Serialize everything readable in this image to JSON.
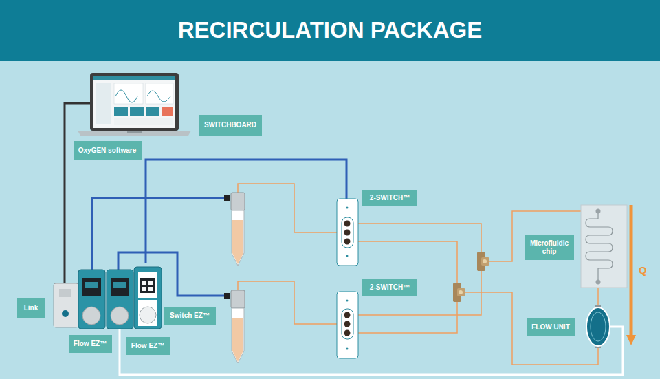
{
  "diagram": {
    "title": "RECIRCULATION PACKAGE",
    "nodes": [
      {
        "text": [
          "SWITCHBOARD"
        ]
      },
      {
        "text": [
          "OxyGEN software"
        ]
      },
      {
        "text": [
          "2-SWITCH™"
        ]
      },
      {
        "text": [
          "Microfluidic chip"
        ]
      },
      {
        "text": [
          "2-SWITCH™"
        ]
      },
      {
        "text": [
          "Link"
        ]
      },
      {
        "text": [
          "Switch EZ™"
        ]
      },
      {
        "text": [
          "FLOW UNIT"
        ]
      },
      {
        "text": [
          "Flow EZ™"
        ]
      },
      {
        "text": [
          "Flow EZ™"
        ]
      }
    ],
    "labels": [
      "Q"
    ]
  }
}
